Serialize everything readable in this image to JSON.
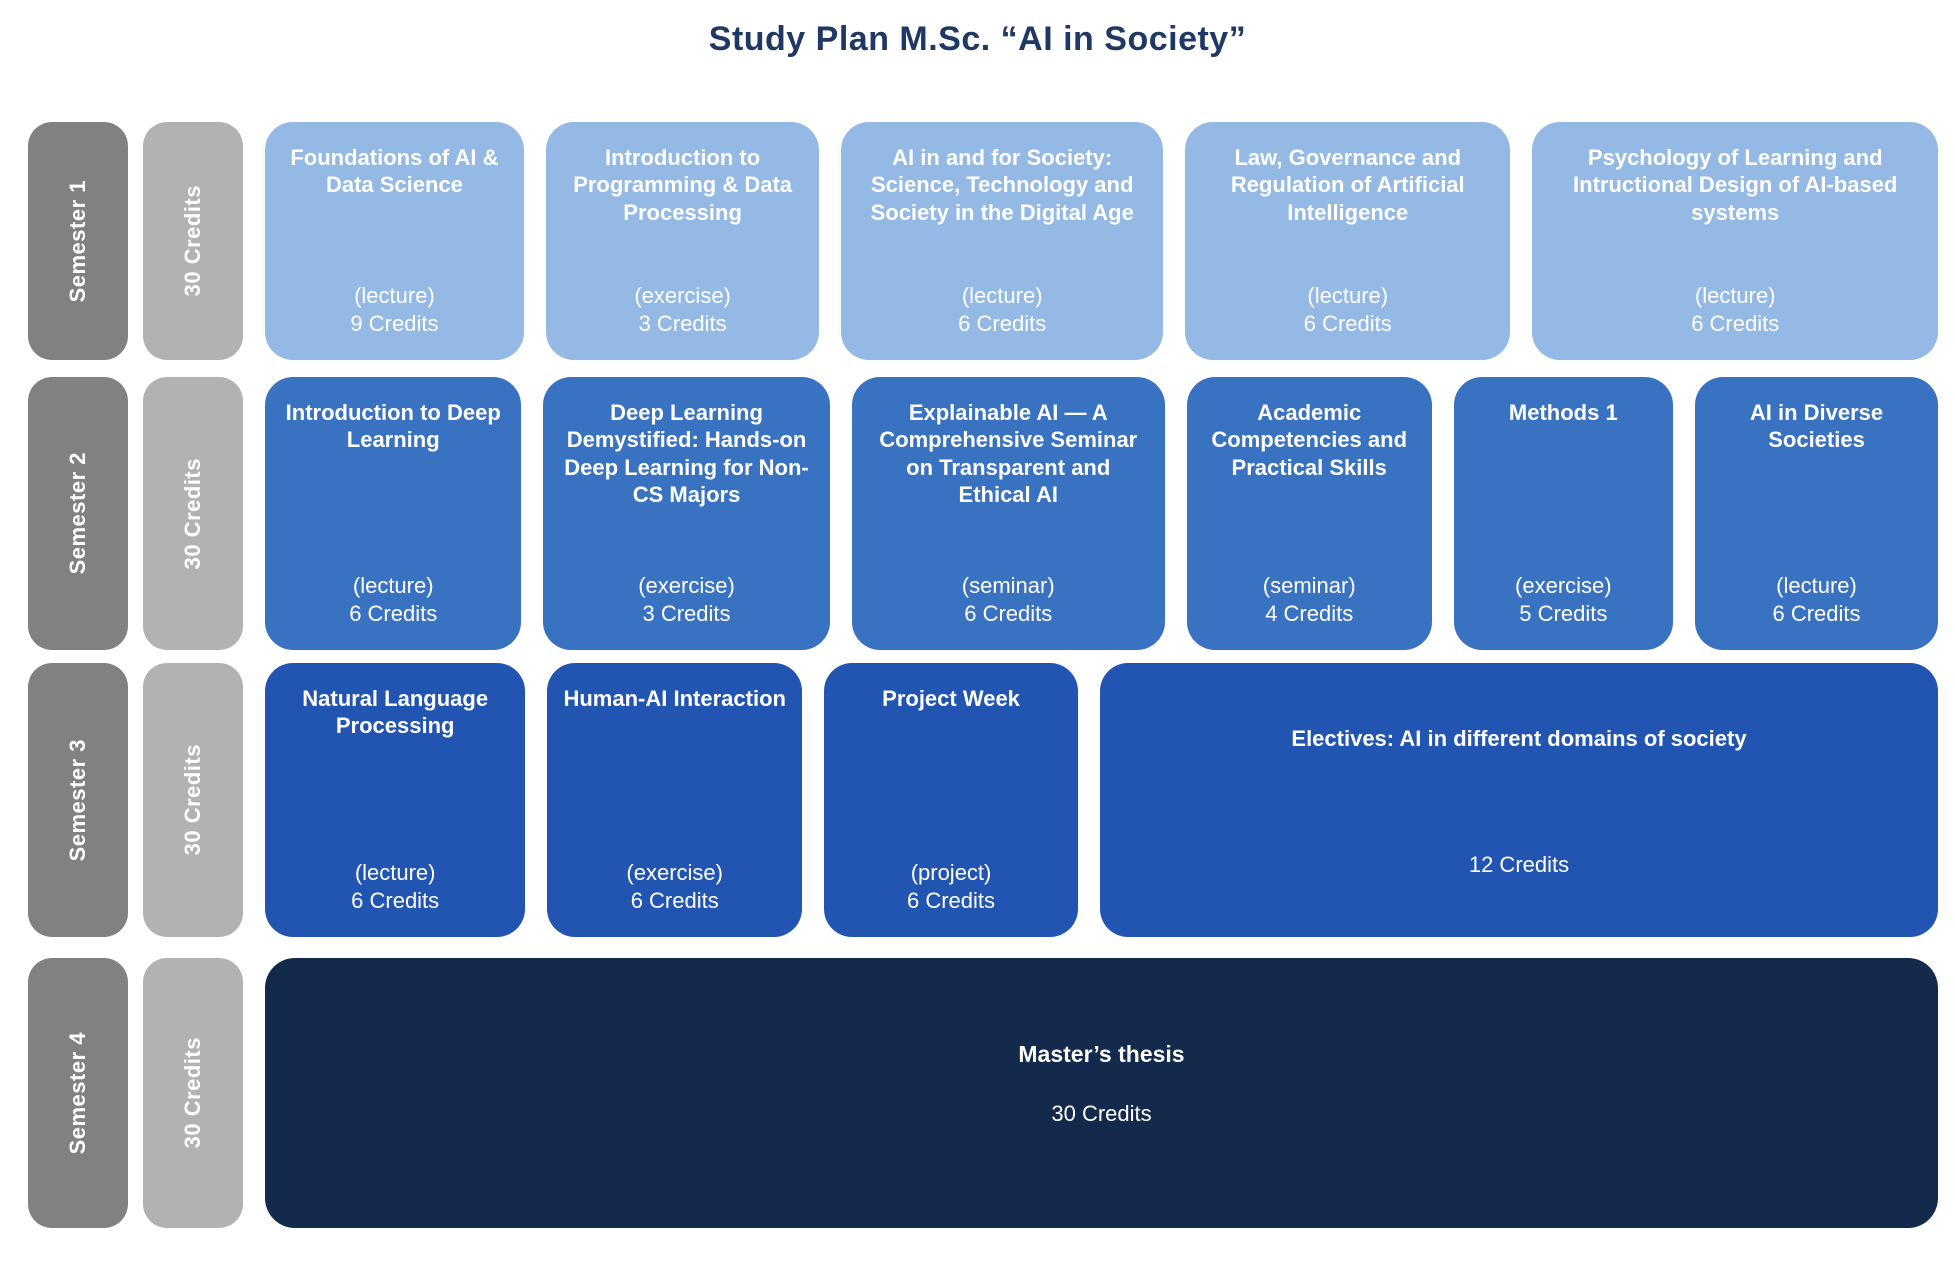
{
  "title": "Study Plan M.Sc. “AI in Society”",
  "colors": {
    "title_text": "#1f3864",
    "semester_column": "#818181",
    "credits_column": "#b2b2b2",
    "semester1_box": "#93b9e4",
    "semester2_box": "#3a72c2",
    "semester3_box": "#2255b2",
    "semester4_box": "#132a4d",
    "box_text": "#ffffff"
  },
  "rows": [
    {
      "semester_label": "Semester 1",
      "credits_label": "30 Credits",
      "courses": [
        {
          "title": "Foundations of AI & Data Science",
          "type": "(lecture)",
          "credits": "9 Credits"
        },
        {
          "title": "Introduction to Programming & Data Processing",
          "type": "(exercise)",
          "credits": "3 Credits"
        },
        {
          "title": "AI in and for Society: Science, Technology and Society in the Digital Age",
          "type": "(lecture)",
          "credits": "6 Credits"
        },
        {
          "title": "Law, Governance and Regulation of Artificial Intelligence",
          "type": "(lecture)",
          "credits": "6 Credits"
        },
        {
          "title": "Psychology of Learning and Intructional Design of AI-based systems",
          "type": "(lecture)",
          "credits": "6 Credits"
        }
      ]
    },
    {
      "semester_label": "Semester 2",
      "credits_label": "30 Credits",
      "courses": [
        {
          "title": "Introduction to Deep Learning",
          "type": "(lecture)",
          "credits": "6 Credits"
        },
        {
          "title": "Deep Learning Demystified: Hands-on Deep Learning for Non-CS Majors",
          "type": "(exercise)",
          "credits": "3 Credits"
        },
        {
          "title": "Explainable AI — A Comprehensive Seminar on Transparent and Ethical AI",
          "type": "(seminar)",
          "credits": "6 Credits"
        },
        {
          "title": "Academic Competencies and Practical Skills",
          "type": "(seminar)",
          "credits": "4 Credits"
        },
        {
          "title": "Methods 1",
          "type": "(exercise)",
          "credits": "5 Credits"
        },
        {
          "title": "AI in Diverse Societies",
          "type": "(lecture)",
          "credits": "6 Credits"
        }
      ]
    },
    {
      "semester_label": "Semester 3",
      "credits_label": "30 Credits",
      "courses": [
        {
          "title": "Natural Language Processing",
          "type": "(lecture)",
          "credits": "6 Credits"
        },
        {
          "title": "Human-AI Interaction",
          "type": "(exercise)",
          "credits": "6 Credits"
        },
        {
          "title": "Project Week",
          "type": "(project)",
          "credits": "6 Credits"
        },
        {
          "title": "Electives: AI in different domains of society",
          "credits": "12 Credits"
        }
      ]
    },
    {
      "semester_label": "Semester 4",
      "credits_label": "30 Credits",
      "courses": [
        {
          "title": "Master’s thesis",
          "credits": "30 Credits"
        }
      ]
    }
  ]
}
